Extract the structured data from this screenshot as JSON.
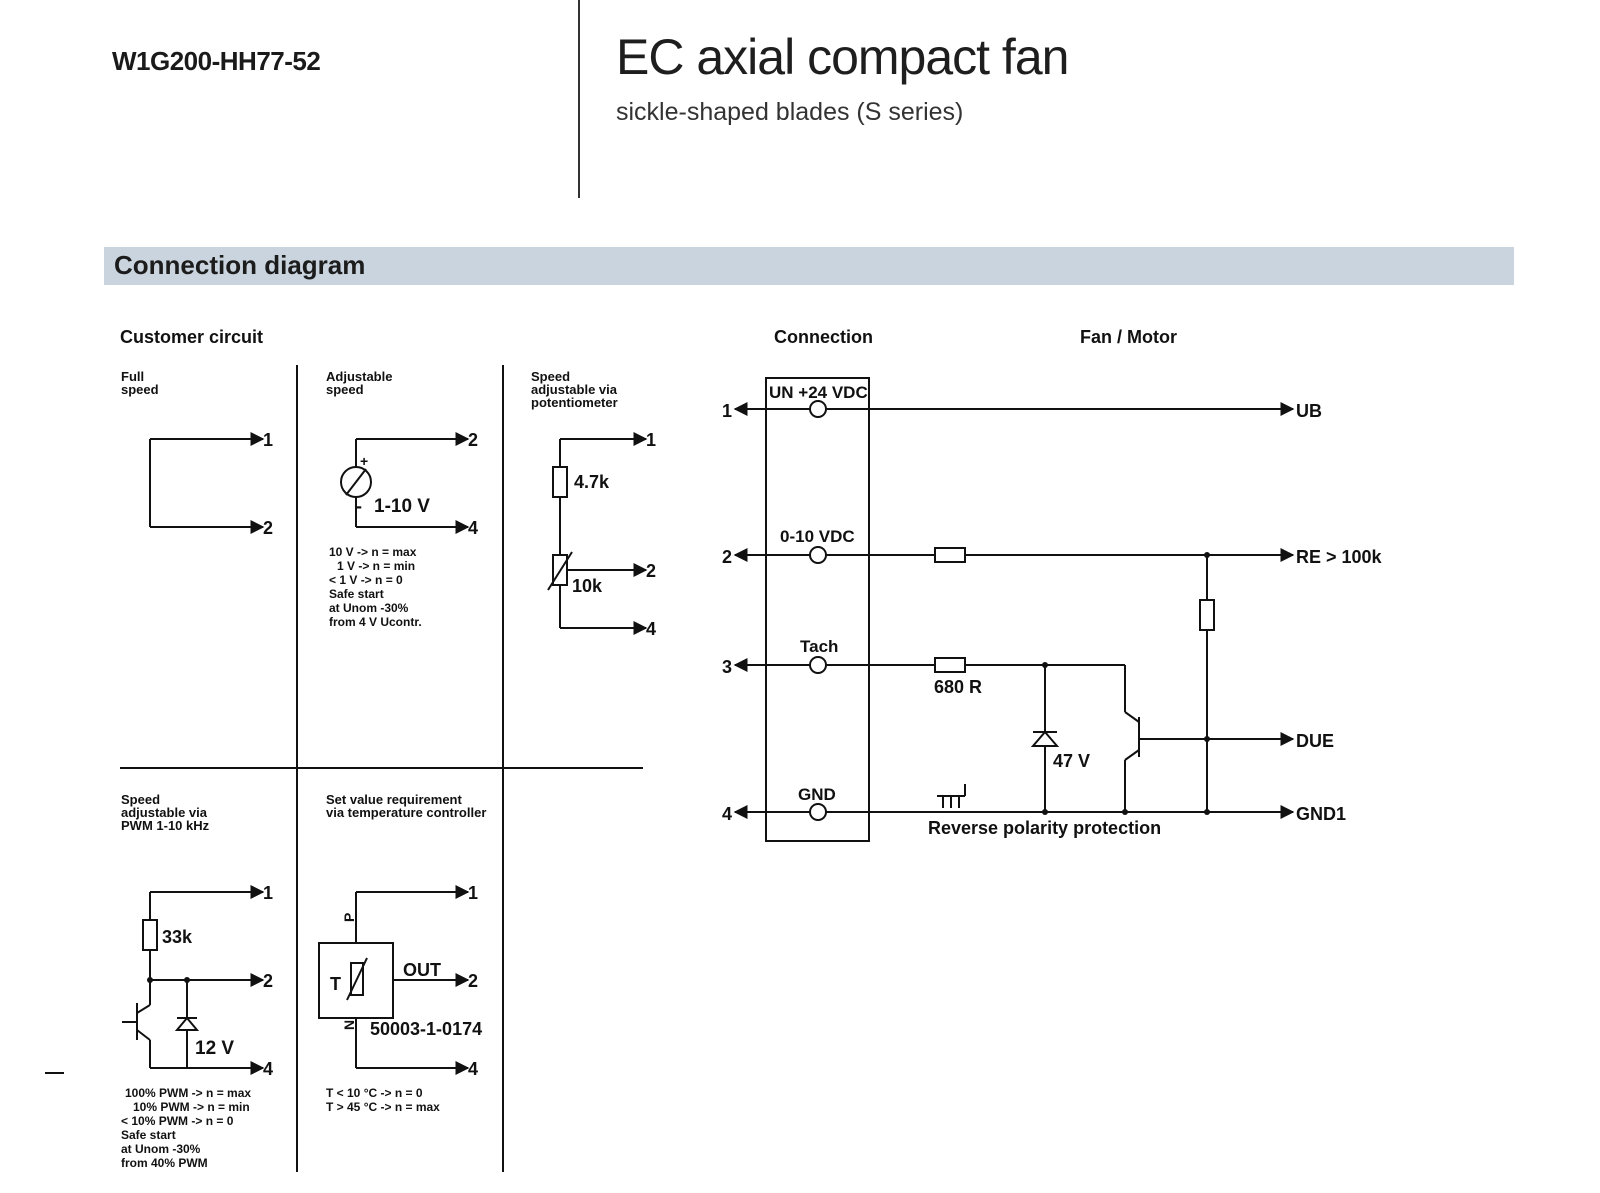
{
  "header": {
    "model": "W1G200-HH77-52",
    "title": "EC axial compact fan",
    "subtitle": "sickle-shaped blades (S series)"
  },
  "section": {
    "title": "Connection diagram"
  },
  "customer": {
    "heading": "Customer circuit",
    "full_speed": {
      "label_1": "Full",
      "label_2": "speed",
      "pin_a": "1",
      "pin_b": "2"
    },
    "adjustable": {
      "label_1": "Adjustable",
      "label_2": "speed",
      "plus": "+",
      "minus": "-",
      "voltage": "1-10 V",
      "pin_a": "2",
      "pin_b": "4",
      "notes": [
        "10 V -> n = max",
        "1 V -> n = min",
        "< 1 V -> n = 0",
        "Safe start",
        "at Unom -30%",
        "from 4 V Ucontr."
      ]
    },
    "potentiometer": {
      "label_1": "Speed",
      "label_2": "adjustable via",
      "label_3": "potentiometer",
      "r1": "4.7k",
      "r2": "10k",
      "pin_a": "1",
      "pin_b": "2",
      "pin_c": "4"
    },
    "pwm": {
      "label_1": "Speed",
      "label_2": "adjustable via",
      "label_3": "PWM 1-10 kHz",
      "resistor": "33k",
      "zener": "12 V",
      "pin_a": "1",
      "pin_b": "2",
      "pin_c": "4",
      "notes": [
        "100% PWM -> n = max",
        "10% PWM -> n = min",
        "< 10% PWM -> n = 0",
        "Safe start",
        "at Unom -30%",
        "from 40% PWM"
      ]
    },
    "temperature": {
      "label_1": "Set value requirement",
      "label_2": "via temperature controller",
      "p": "P",
      "n": "N",
      "t": "T",
      "out": "OUT",
      "part": "50003-1-0174",
      "pin_a": "1",
      "pin_b": "2",
      "pin_c": "4",
      "notes": [
        "T < 10 °C -> n = 0",
        "T > 45 °C -> n = max"
      ]
    }
  },
  "connection": {
    "heading_connection": "Connection",
    "heading_motor": "Fan / Motor",
    "terminals": [
      {
        "pin": "1",
        "name": "UN +24 VDC",
        "out": "UB"
      },
      {
        "pin": "2",
        "name": "0-10 VDC",
        "out": "RE > 100k"
      },
      {
        "pin": "3",
        "name": "Tach",
        "out": "DUE"
      },
      {
        "pin": "4",
        "name": "GND",
        "out": "GND1"
      }
    ],
    "tach_resistor": "680 R",
    "zener": "47 V",
    "reverse_protection": "Reverse polarity protection"
  }
}
